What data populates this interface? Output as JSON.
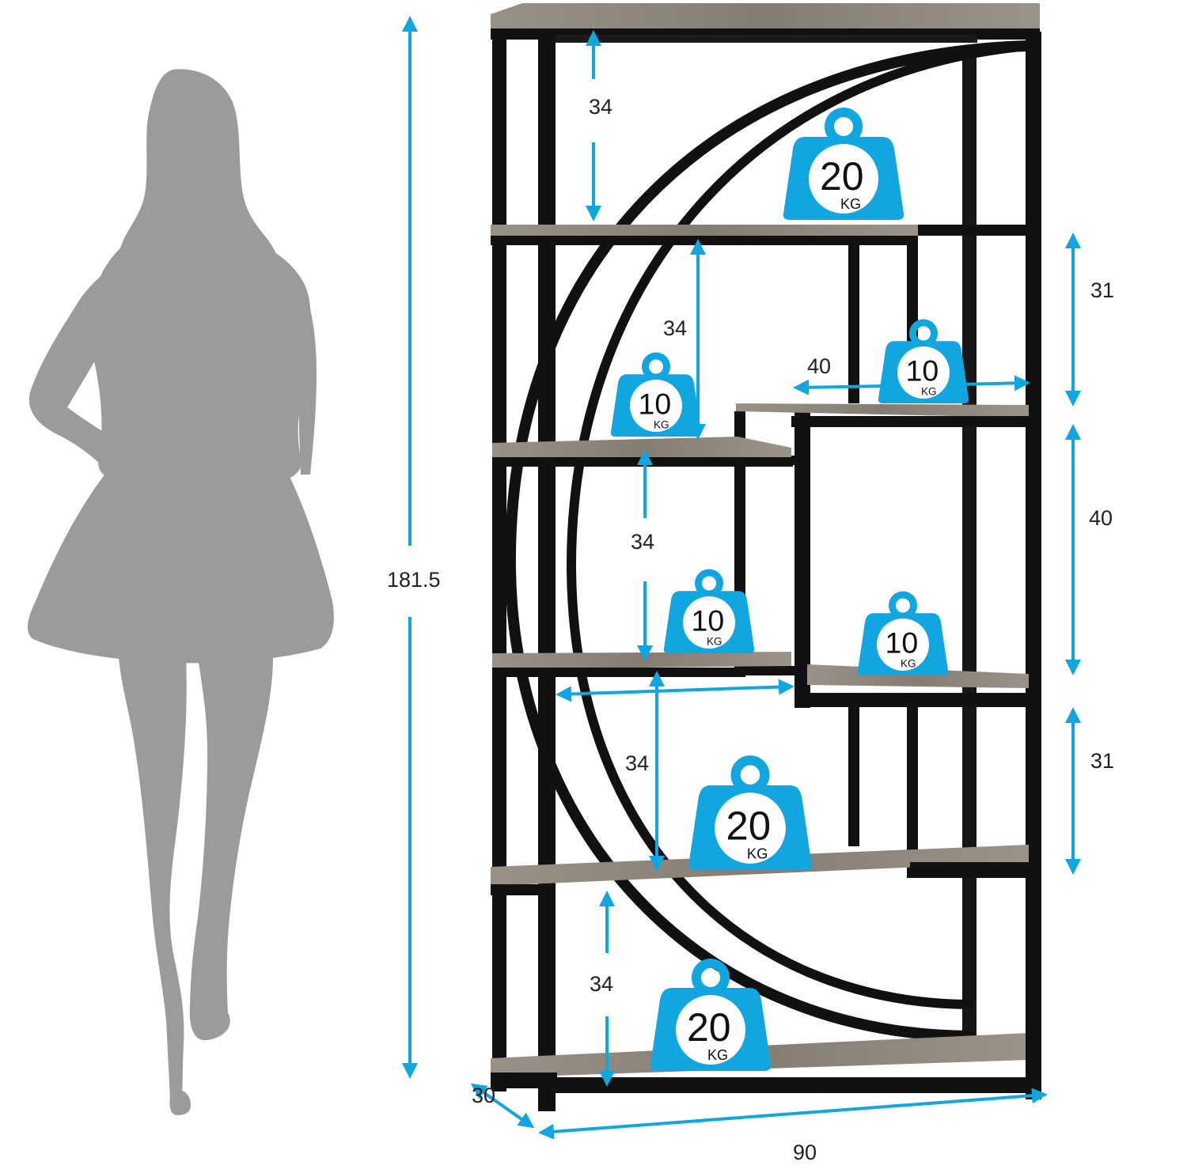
{
  "colors": {
    "accent": "#11a6df",
    "frame": "#111111",
    "wood": "#8d857a",
    "silhouette": "#9b9b9b",
    "weight_fill": "#11a6df",
    "weight_circle": "#ffffff"
  },
  "dimensions": {
    "total_height": "181.5",
    "depth": "30",
    "width": "90",
    "left_shelf_gaps": [
      "34",
      "34",
      "34",
      "34",
      "34"
    ],
    "right_shelf_gaps": [
      "31",
      "40",
      "31"
    ],
    "upper_right_shelf_width": "40"
  },
  "weights": [
    {
      "value": "20",
      "unit": "KG"
    },
    {
      "value": "10",
      "unit": "KG"
    },
    {
      "value": "10",
      "unit": "KG"
    },
    {
      "value": "10",
      "unit": "KG"
    },
    {
      "value": "10",
      "unit": "KG"
    },
    {
      "value": "20",
      "unit": "KG"
    },
    {
      "value": "20",
      "unit": "KG"
    }
  ],
  "icons": {
    "person": "woman-silhouette-icon",
    "weight": "kettlebell-weight-icon",
    "shelf": "bookshelf-illustration"
  }
}
